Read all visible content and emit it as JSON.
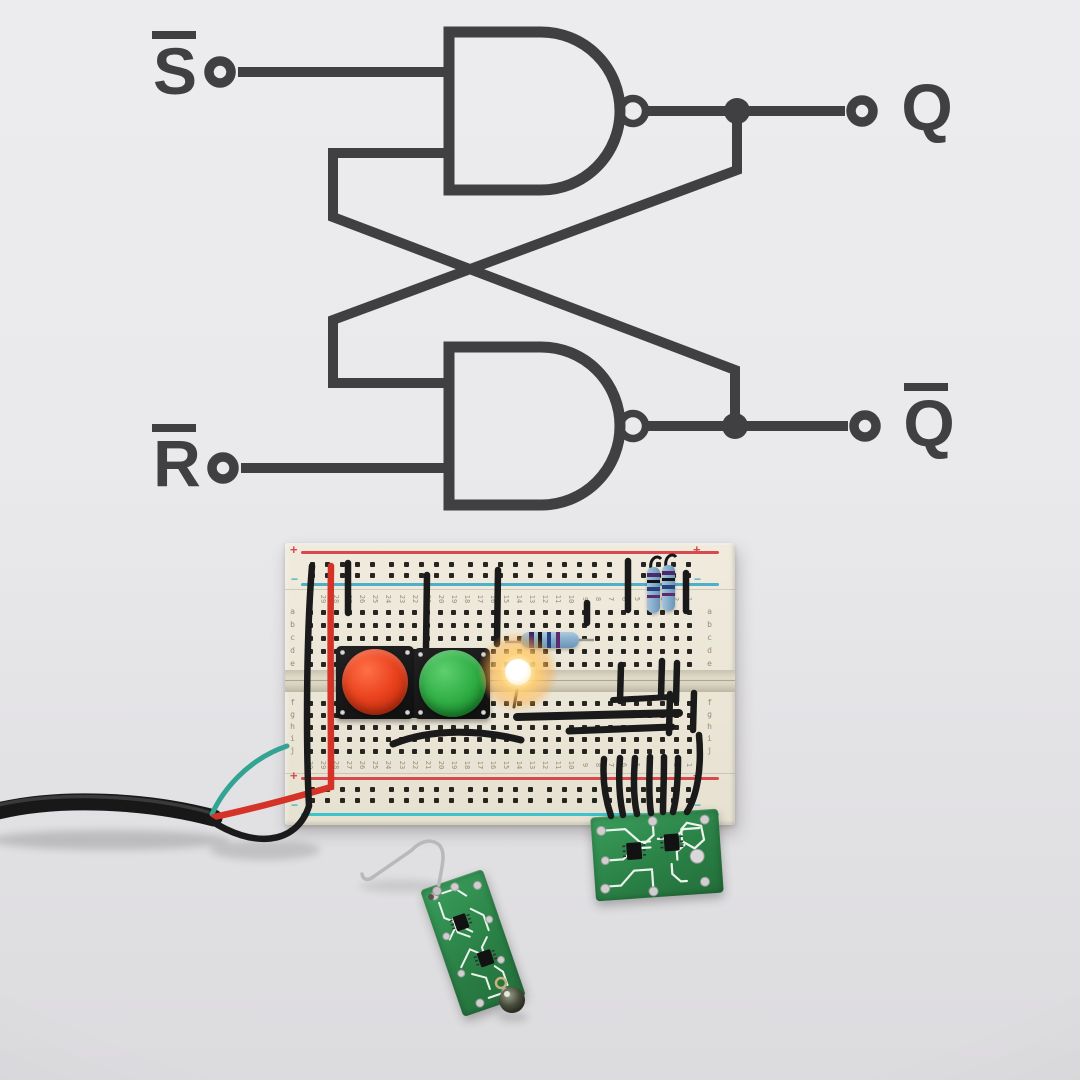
{
  "schematic": {
    "gate_type": "NAND-based SR latch",
    "labels": {
      "set": {
        "text": "S",
        "overbar": true
      },
      "reset": {
        "text": "R",
        "overbar": true
      },
      "q": {
        "text": "Q",
        "overbar": false
      },
      "q_bar": {
        "text": "Q",
        "overbar": true
      }
    }
  },
  "breadboard": {
    "row_letters_top": [
      "a",
      "b",
      "c",
      "d",
      "e"
    ],
    "row_letters_bottom": [
      "f",
      "g",
      "h",
      "i",
      "j"
    ],
    "column_numbers": [
      30,
      29,
      28,
      27,
      26,
      25,
      24,
      23,
      22,
      21,
      20,
      19,
      18,
      17,
      16,
      15,
      14,
      13,
      12,
      11,
      10,
      9,
      8,
      7,
      6,
      5,
      4,
      3,
      2,
      1
    ],
    "rail_positive": "+",
    "rail_negative": "−"
  },
  "colors": {
    "schematic_ink": "#404043",
    "board_body": "#ece7d8",
    "board_hole": "#26251f",
    "board_print": "#948c77",
    "rail_red": "#d9484c",
    "rail_blue_top": "#4faec8",
    "rail_blue_bottom": "#3cc3cb",
    "button_red": "#e23c1d",
    "button_green": "#2aa53e",
    "led_glow": "#ffc96e",
    "resistor_body": "#84abcb",
    "wire_black": "#1a1a1a",
    "wire_red": "#d53228",
    "wire_teal": "#33a394",
    "pcb_green": "#2e8f4d",
    "pcb_trace": "#eaf4eb",
    "pad_silver": "#cfcfcf",
    "hook_silver": "#b9b9b9"
  }
}
